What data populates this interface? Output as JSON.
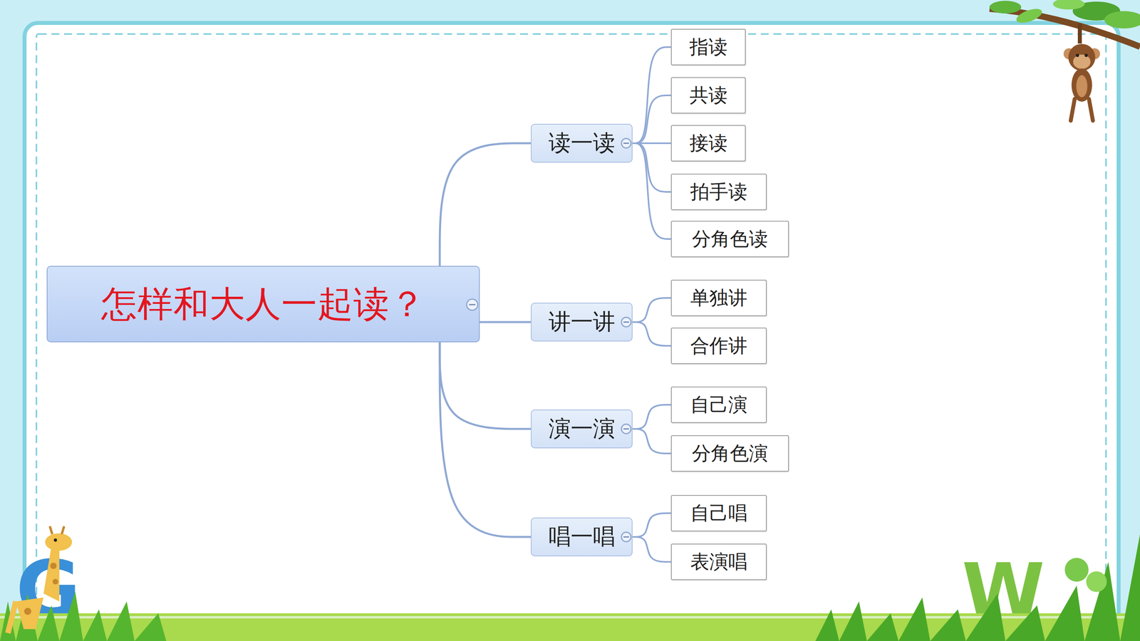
{
  "diagram": {
    "nodes": [
      {
        "text": [
          "怎样和大人一起读？"
        ]
      },
      {
        "text": [
          "读一读"
        ]
      },
      {
        "text": [
          "指读"
        ]
      },
      {
        "text": [
          "共读"
        ]
      },
      {
        "text": [
          "接读"
        ]
      },
      {
        "text": [
          "拍手读"
        ]
      },
      {
        "text": [
          "分角色读"
        ]
      },
      {
        "text": [
          "讲一讲"
        ]
      },
      {
        "text": [
          "单独讲"
        ]
      },
      {
        "text": [
          "合作讲"
        ]
      },
      {
        "text": [
          "演一演"
        ]
      },
      {
        "text": [
          "自己演"
        ]
      },
      {
        "text": [
          "分角色演"
        ]
      },
      {
        "text": [
          "唱一唱"
        ]
      },
      {
        "text": [
          "自己唱"
        ]
      },
      {
        "text": [
          "表演唱"
        ]
      }
    ],
    "edges": [
      {
        "from": 0,
        "to": 1,
        "arrow": "none"
      },
      {
        "from": 0,
        "to": 7,
        "arrow": "none"
      },
      {
        "from": 0,
        "to": 10,
        "arrow": "none"
      },
      {
        "from": 0,
        "to": 13,
        "arrow": "none"
      },
      {
        "from": 1,
        "to": 2,
        "arrow": "none"
      },
      {
        "from": 1,
        "to": 3,
        "arrow": "none"
      },
      {
        "from": 1,
        "to": 4,
        "arrow": "none"
      },
      {
        "from": 1,
        "to": 5,
        "arrow": "none"
      },
      {
        "from": 1,
        "to": 6,
        "arrow": "none"
      },
      {
        "from": 7,
        "to": 8,
        "arrow": "none"
      },
      {
        "from": 7,
        "to": 9,
        "arrow": "none"
      },
      {
        "from": 10,
        "to": 11,
        "arrow": "none"
      },
      {
        "from": 10,
        "to": 12,
        "arrow": "none"
      },
      {
        "from": 13,
        "to": 14,
        "arrow": "none"
      },
      {
        "from": 13,
        "to": 15,
        "arrow": "none"
      }
    ],
    "labels": [
      "G",
      "W"
    ]
  }
}
